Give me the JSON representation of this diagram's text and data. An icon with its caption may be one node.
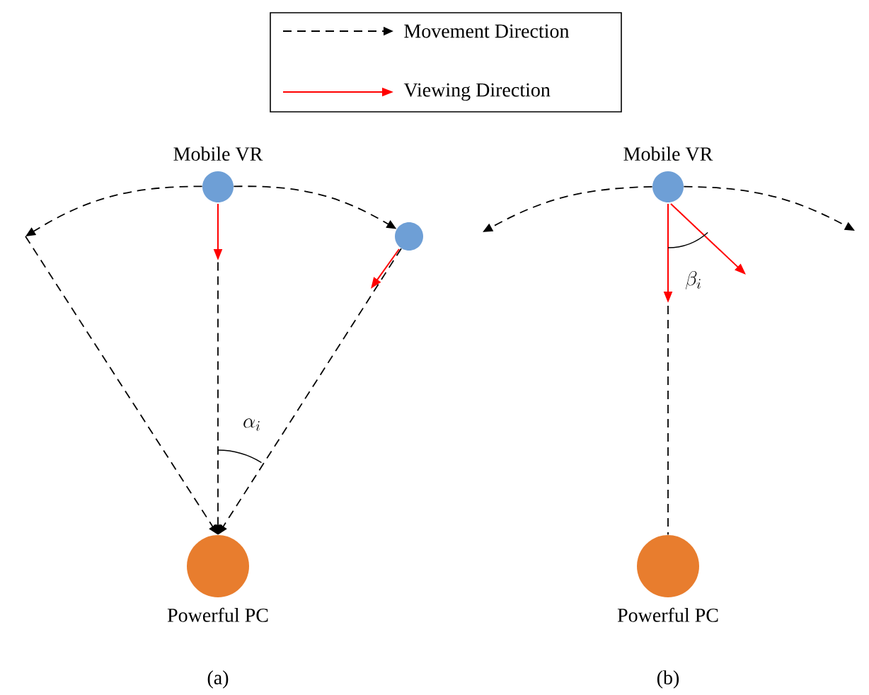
{
  "diagram": {
    "nodes": [
      {
        "text": [
          "Mobile VR"
        ]
      },
      {
        "text": [],
        "shape": "circle"
      },
      {
        "text": [
          "Powerful PC"
        ]
      },
      {
        "text": [
          "Mobile VR"
        ]
      },
      {
        "text": [
          "Powerful PC"
        ]
      }
    ],
    "edges": [
      {
        "from": 0,
        "to": null,
        "arrow": "to",
        "style": "dashed"
      },
      {
        "from": 0,
        "to": 1,
        "arrow": "to",
        "style": "dashed"
      },
      {
        "from": null,
        "to": 2,
        "arrow": "to",
        "style": "dashed"
      },
      {
        "from": 0,
        "to": 2,
        "arrow": "to",
        "style": "dashed"
      },
      {
        "from": 1,
        "to": 2,
        "arrow": "to",
        "style": "dashed"
      },
      {
        "from": 3,
        "to": null,
        "arrow": "to",
        "style": "dashed"
      },
      {
        "from": 3,
        "to": null,
        "arrow": "to",
        "style": "dashed"
      },
      {
        "from": null,
        "to": 4,
        "arrow": "none",
        "style": "dashed"
      }
    ],
    "labels": [
      "\\alpha_i",
      "\\beta_i",
      "(a)",
      "(b)"
    ],
    "legend": [
      {
        "text": "Movement Direction"
      },
      {
        "text": "Viewing Direction"
      }
    ]
  }
}
